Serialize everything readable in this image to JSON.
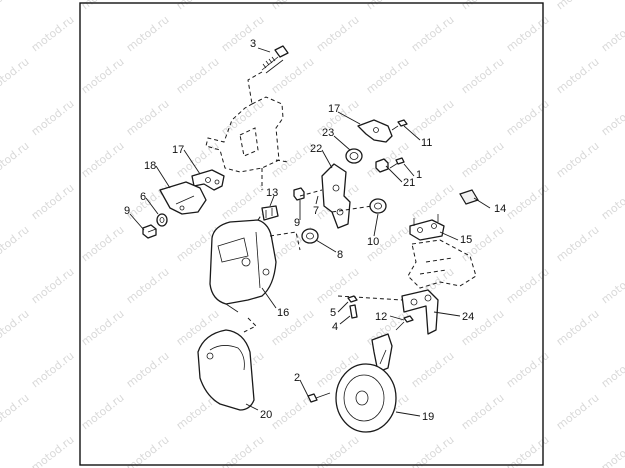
{
  "watermark": "motod.ru",
  "parts": [
    {
      "id": "p3",
      "label": "3"
    },
    {
      "id": "p17a",
      "label": "17"
    },
    {
      "id": "p11",
      "label": "11"
    },
    {
      "id": "p23",
      "label": "23"
    },
    {
      "id": "p17b",
      "label": "17"
    },
    {
      "id": "p22",
      "label": "22"
    },
    {
      "id": "p1",
      "label": "1"
    },
    {
      "id": "p21",
      "label": "21"
    },
    {
      "id": "p18",
      "label": "18"
    },
    {
      "id": "p13",
      "label": "13"
    },
    {
      "id": "p6",
      "label": "6"
    },
    {
      "id": "p9a",
      "label": "9"
    },
    {
      "id": "p9b",
      "label": "9"
    },
    {
      "id": "p7",
      "label": "7"
    },
    {
      "id": "p14",
      "label": "14"
    },
    {
      "id": "p10",
      "label": "10"
    },
    {
      "id": "p15",
      "label": "15"
    },
    {
      "id": "p8",
      "label": "8"
    },
    {
      "id": "p16",
      "label": "16"
    },
    {
      "id": "p5",
      "label": "5"
    },
    {
      "id": "p4",
      "label": "4"
    },
    {
      "id": "p12",
      "label": "12"
    },
    {
      "id": "p24",
      "label": "24"
    },
    {
      "id": "p2",
      "label": "2"
    },
    {
      "id": "p19",
      "label": "19"
    },
    {
      "id": "p20",
      "label": "20"
    }
  ]
}
